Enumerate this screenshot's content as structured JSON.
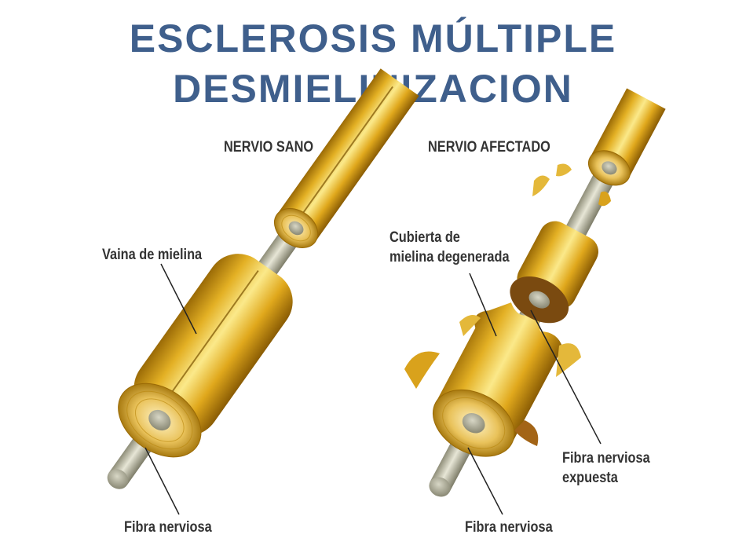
{
  "title": {
    "line1": "ESCLEROSIS MÚLTIPLE",
    "line2": "DESMIELINIZACION"
  },
  "panels": {
    "healthy": {
      "heading": "NERVIO SANO",
      "labels": {
        "myelin_sheath": "Vaina de mielina",
        "nerve_fiber": "Fibra nerviosa"
      }
    },
    "affected": {
      "heading": "NERVIO AFECTADO",
      "labels": {
        "degenerated_line1": "Cubierta de",
        "degenerated_line2": "mielina degenerada",
        "exposed_line1": "Fibra nerviosa",
        "exposed_line2": "expuesta",
        "nerve_fiber": "Fibra nerviosa"
      }
    }
  },
  "colors": {
    "title": "#3f5f8c",
    "labels": "#333333",
    "myelin": "#e0ad1e",
    "myelin_dark": "#a0700a",
    "fiber": "#c9c8b4"
  }
}
